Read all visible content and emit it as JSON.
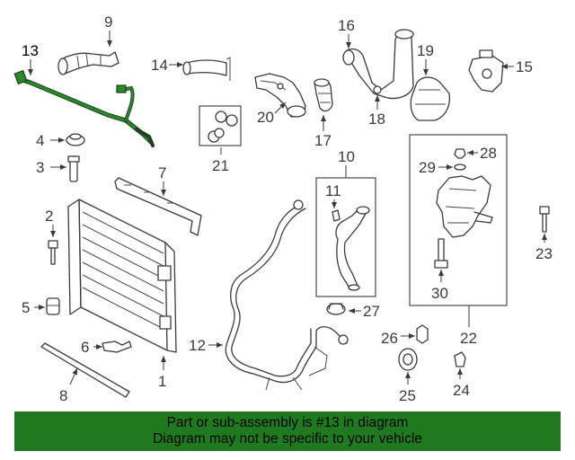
{
  "diagram": {
    "highlighted_part": "13",
    "highlight_color": "#1f7a1f",
    "callouts": [
      "1",
      "2",
      "3",
      "4",
      "5",
      "6",
      "7",
      "8",
      "9",
      "10",
      "11",
      "12",
      "13",
      "14",
      "15",
      "16",
      "17",
      "18",
      "19",
      "20",
      "21",
      "22",
      "23",
      "24",
      "25",
      "26",
      "27",
      "28",
      "29",
      "30"
    ]
  },
  "banner": {
    "line1": "Part or sub-assembly is #13 in diagram",
    "line2": "Diagram may not be specific to your vehicle",
    "background": "#1f7a1f"
  }
}
